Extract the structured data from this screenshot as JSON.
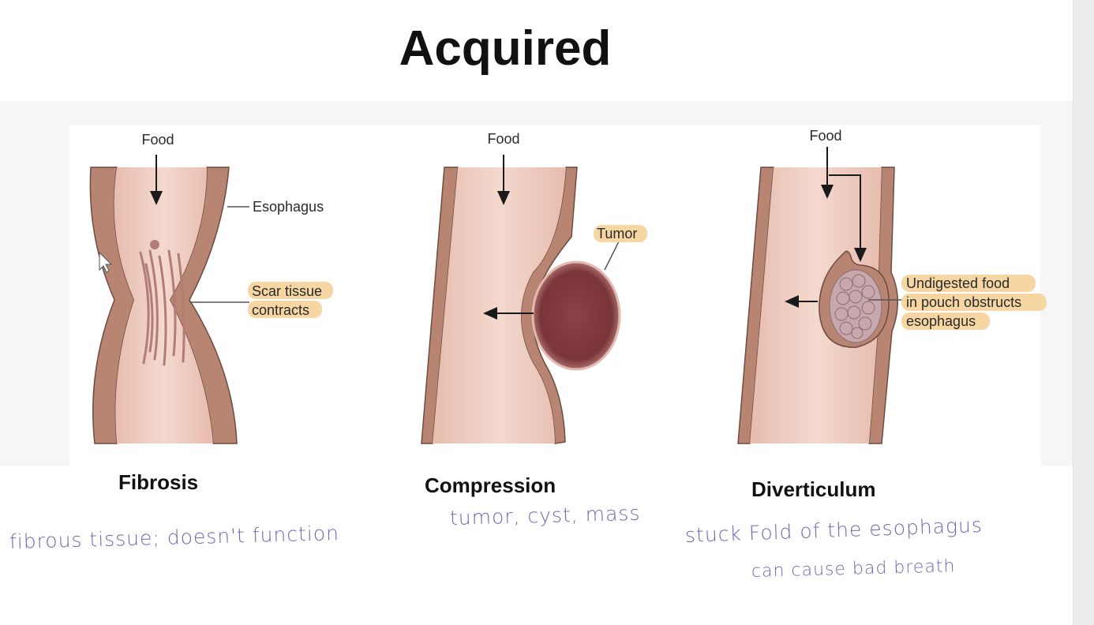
{
  "title": "Acquired",
  "diagrams": [
    {
      "caption": "Fibrosis",
      "labels": {
        "food": "Food",
        "esophagus": "Esophagus",
        "scar_line1": "Scar tissue",
        "scar_line2": "contracts"
      },
      "note": "fibrous tissue; doesn't function"
    },
    {
      "caption": "Compression",
      "labels": {
        "food": "Food",
        "tumor": "Tumor"
      },
      "note": "tumor, cyst, mass"
    },
    {
      "caption": "Diverticulum",
      "labels": {
        "food": "Food",
        "pouch_line1": "Undigested food",
        "pouch_line2": "in pouch obstructs",
        "pouch_line3": "esophagus"
      },
      "note_line1": "stuck Fold of the esophagus",
      "note_line2": "can cause bad breath"
    }
  ],
  "colors": {
    "wall": "#b98573",
    "lumen": "#edcdc1",
    "lumen_light": "#f5ddd4",
    "tumor": "#7e3a3e",
    "highlight": "#f6d7a3",
    "ink": "#6d68b6"
  }
}
